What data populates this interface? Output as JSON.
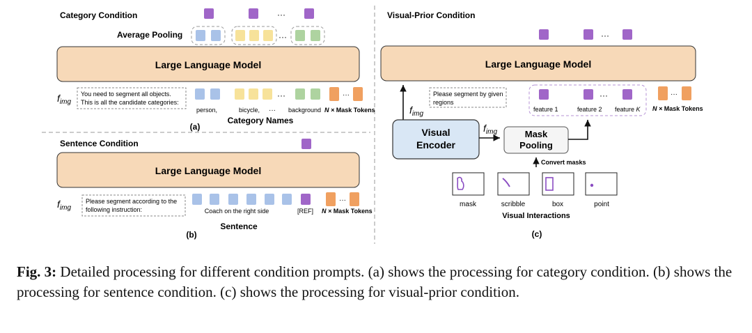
{
  "panel_a": {
    "section_title": "Category Condition",
    "pooling_label": "Average Pooling",
    "llm_label": "Large Language Model",
    "fimg_base": "f",
    "fimg_sub": "img",
    "prompt_line1": "You need to segment all objects.",
    "prompt_line2": "This is all the candidate categories:",
    "cat_person": "person,",
    "cat_bicycle": "bicycle,",
    "dots": "···",
    "cat_background": "background",
    "mask_tokens_prefix": "N × ",
    "mask_tokens_label": "Mask Tokens",
    "group_title": "Category Names",
    "panel_label": "(a)"
  },
  "panel_b": {
    "section_title": "Sentence Condition",
    "llm_label": "Large Language Model",
    "prompt_line1": "Please segment according to the",
    "prompt_line2": "following instruction:",
    "sentence_text": "Coach on the right side",
    "ref_token": "[REF]",
    "mask_tokens_prefix": "N × ",
    "mask_tokens_label": "Mask Tokens",
    "group_title": "Sentence",
    "panel_label": "(b)"
  },
  "panel_c": {
    "section_title": "Visual-Prior Condition",
    "llm_label": "Large Language Model",
    "prompt_line1": "Please segment by given",
    "prompt_line2": "regions",
    "feature1": "feature 1",
    "feature2": "feature 2",
    "featureK_prefix": "feature ",
    "featureK_var": "K",
    "mask_tokens_prefix": "N × ",
    "mask_tokens_label": "Mask Tokens",
    "encoder_line1": "Visual",
    "encoder_line2": "Encoder",
    "pooling_line1": "Mask",
    "pooling_line2": "Pooling",
    "convert_label": "Convert masks",
    "interaction_mask": "mask",
    "interaction_scribble": "scribble",
    "interaction_box": "box",
    "interaction_point": "point",
    "group_title": "Visual Interactions",
    "panel_label": "(c)"
  },
  "caption": {
    "label": "Fig. 3:",
    "text": " Detailed processing for different condition prompts. (a) shows the processing for category condition. (b) shows the processing for sentence condition. (c) shows the processing for visual-prior condition."
  },
  "colors": {
    "llm_fill": "#f7d9b8",
    "llm_stroke": "#333333",
    "encoder_fill": "#d9e7f5",
    "token_purple": "#a066c8",
    "token_blue": "#a9c2e8",
    "token_yellow": "#f7e29a",
    "token_green": "#aed3a0",
    "token_orange": "#f0a060"
  }
}
